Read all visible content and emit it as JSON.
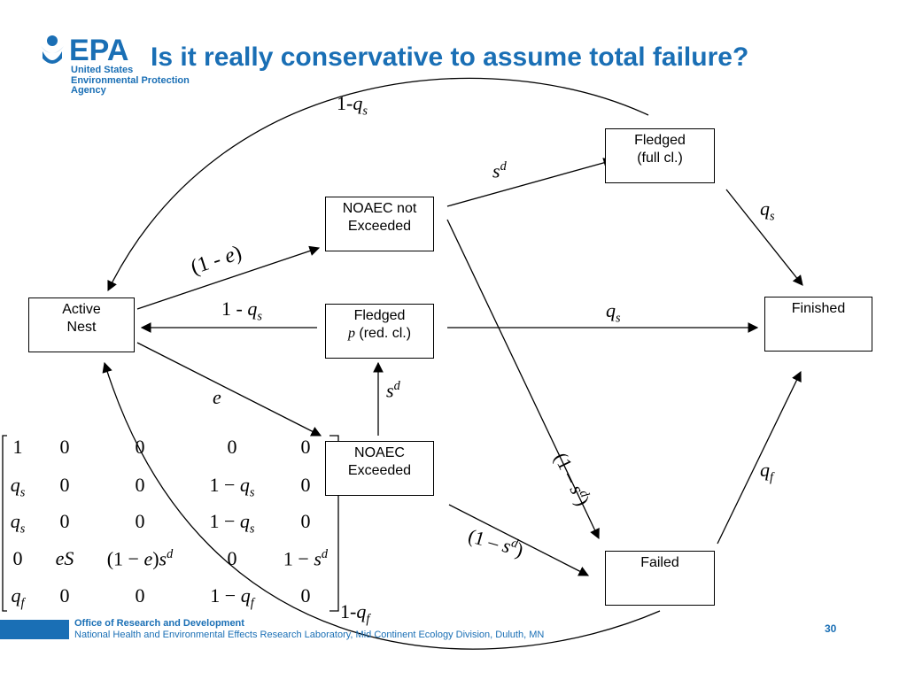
{
  "branding": {
    "logo_text": "EPA",
    "agency_line1": "United States",
    "agency_line2": "Environmental Protection",
    "agency_line3": "Agency",
    "color": "#1a6fb5"
  },
  "title": "Is it really conservative to assume total failure?",
  "nodes": {
    "active_nest": [
      "Active",
      "Nest"
    ],
    "noaec_not_exceeded": [
      "NOAEC not",
      "Exceeded"
    ],
    "fledged_full": [
      "Fledged",
      "(full cl.)"
    ],
    "fledged_red_p": "p",
    "fledged_red_line1": "Fledged",
    "fledged_red_line2": "(red. cl.)",
    "noaec_exceeded": [
      "NOAEC",
      "Exceeded"
    ],
    "finished": "Finished",
    "failed": "Failed"
  },
  "edge_labels": {
    "top_arc": "1-q_s",
    "nest_to_not_exceeded": "(1 - e)",
    "fledged_red_to_nest": "1 - q_s",
    "nest_to_exceeded": "e",
    "exceeded_to_fledged_red": "s^d",
    "not_exceeded_to_fledged_full": "s^d",
    "fledged_full_to_finished": "q_s",
    "fledged_red_to_finished": "q_s",
    "not_exceeded_to_failed": "(1 – s^d)",
    "exceeded_to_failed": "(1 – s^d)",
    "failed_to_finished": "q_f",
    "bottom_arc": "1-q_f"
  },
  "matrix": [
    [
      "1",
      "0",
      "0",
      "0",
      "0"
    ],
    [
      "q_s",
      "0",
      "0",
      "1 − q_s",
      "0"
    ],
    [
      "q_s",
      "0",
      "0",
      "1 − q_s",
      "0"
    ],
    [
      "0",
      "eS",
      "(1 − e)s^d",
      "0",
      "1 − s^d"
    ],
    [
      "q_f",
      "0",
      "0",
      "1 − q_f",
      "0"
    ]
  ],
  "footer": {
    "office": "Office of Research and Development",
    "lab": "National Health and Environmental Effects Research Laboratory, Mid Continent Ecology Division, Duluth, MN",
    "page_number": "30"
  }
}
